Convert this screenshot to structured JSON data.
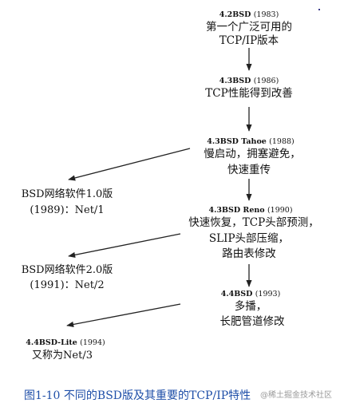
{
  "nodes": [
    {
      "version": "4.2BSD",
      "year": "(1983)",
      "lines": [
        "第一个广泛可用的",
        "TCP/IP版本"
      ]
    },
    {
      "version": "4.3BSD",
      "year": "(1986)",
      "lines": [
        "TCP性能得到改善"
      ]
    },
    {
      "version": "4.3BSD Tahoe",
      "year": "(1988)",
      "lines": [
        "慢启动，拥塞避免，",
        "快速重传"
      ]
    },
    {
      "version": "4.3BSD Reno",
      "year": "(1990)",
      "lines": [
        "快速恢复，TCP头部预测，",
        "SLIP头部压缩，",
        "路由表修改"
      ]
    },
    {
      "version": "4.4BSD",
      "year": "(1993)",
      "lines": [
        "多播，",
        "长肥管道修改"
      ]
    }
  ],
  "side_releases": [
    {
      "line1": "BSD网络软件1.0版",
      "line2": "(1989)：Net/1"
    },
    {
      "line1": "BSD网络软件2.0版",
      "line2": "(1991)：Net/2"
    },
    {
      "version": "4.4BSD-Lite",
      "year": "(1994)",
      "line2": "又称为Net/3"
    }
  ],
  "caption": "图1-10   不同的BSD版及其重要的TCP/IP特性",
  "watermark": "@稀土掘金技术社区",
  "colors": {
    "caption": "#1f4fa8",
    "text": "#111111",
    "arrow": "#222222"
  }
}
